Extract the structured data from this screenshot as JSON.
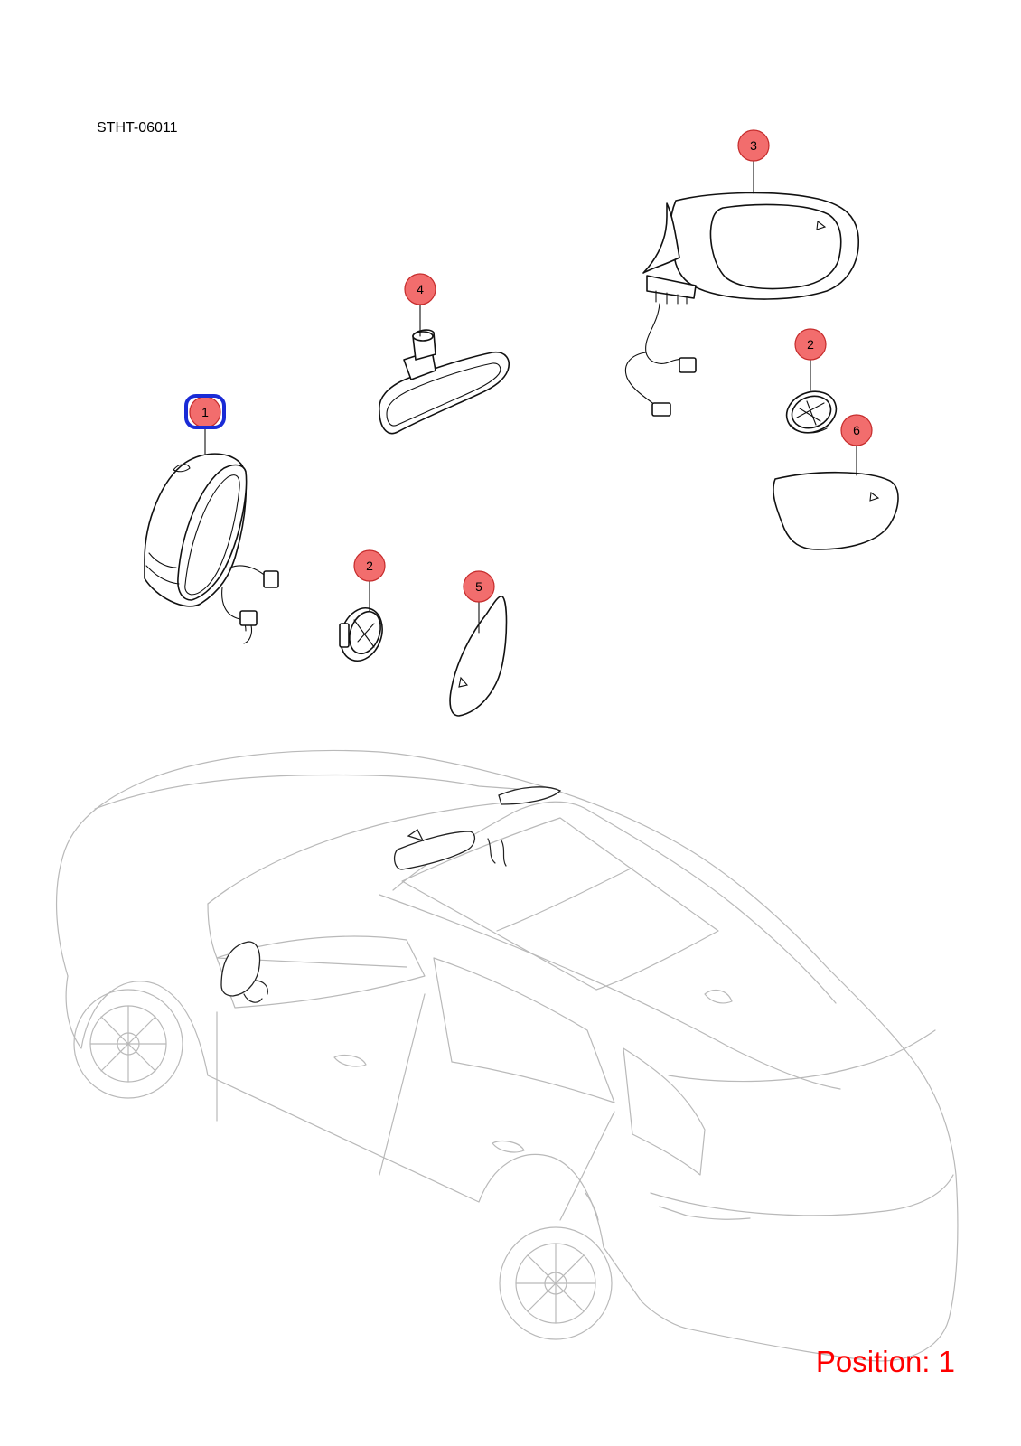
{
  "diagram_id": "STHT-06011",
  "position": {
    "label": "Position: 1",
    "color": "#ff0000"
  },
  "colors": {
    "callout_fill": "#f26d6d",
    "callout_stroke": "#c52b2b",
    "highlight_stroke": "#1a2bd6",
    "line_art": "#111111",
    "vehicle_outline": "#b9b9b9"
  },
  "callouts": [
    {
      "id": "callout-1",
      "label": "1",
      "part": "exterior-mirror-assembly",
      "highlighted": true
    },
    {
      "id": "callout-2a",
      "label": "2",
      "part": "mirror-actuator",
      "highlighted": false
    },
    {
      "id": "callout-2b",
      "label": "2",
      "part": "mirror-actuator",
      "highlighted": false
    },
    {
      "id": "callout-3",
      "label": "3",
      "part": "exterior-mirror-assembly-right",
      "highlighted": false
    },
    {
      "id": "callout-4",
      "label": "4",
      "part": "interior-rearview-mirror",
      "highlighted": false
    },
    {
      "id": "callout-5",
      "label": "5",
      "part": "mirror-glass-left",
      "highlighted": false
    },
    {
      "id": "callout-6",
      "label": "6",
      "part": "mirror-glass-right",
      "highlighted": false
    }
  ]
}
